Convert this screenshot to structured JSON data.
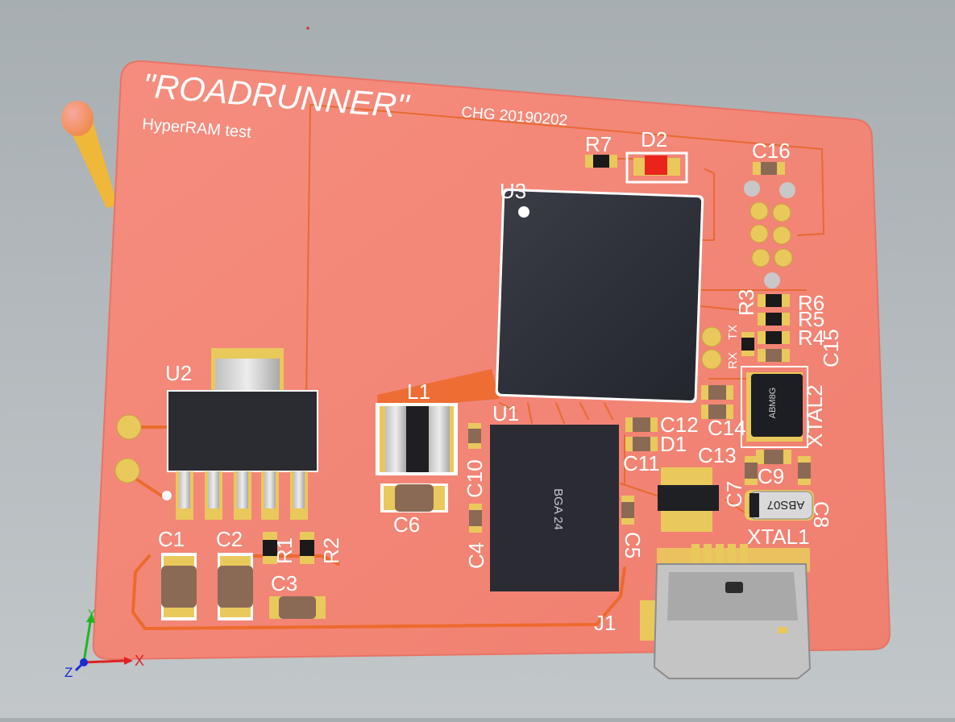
{
  "board": {
    "title": "\"ROADRUNNER\"",
    "subtitle": "HyperRAM test",
    "revision": "CHG 20190202"
  },
  "components": {
    "u1": "U1",
    "u1_package": "BGA 24",
    "u2": "U2",
    "u3": "U3",
    "l1": "L1",
    "c1": "C1",
    "c2": "C2",
    "c3": "C3",
    "c4": "C4",
    "c5": "C5",
    "c6": "C6",
    "c7": "C7",
    "c8": "C8",
    "c9": "C9",
    "c10": "C10",
    "c11": "C11",
    "c12": "C12",
    "c13": "C13",
    "c14": "C14",
    "c15": "C15",
    "c16": "C16",
    "r1": "R1",
    "r2": "R2",
    "r3": "R3",
    "r4": "R4",
    "r5": "R5",
    "r6": "R6",
    "r7": "R7",
    "d1": "D1",
    "d2": "D2",
    "j1": "J1",
    "xtal1": "XTAL1",
    "xtal1_marking": "ABS07",
    "xtal2": "XTAL2",
    "xtal2_marking": "ABM8G",
    "rx_label": "RX",
    "tx_label": "TX"
  },
  "axes": {
    "x": "X",
    "y": "Y",
    "z": "Z"
  },
  "colors": {
    "board": "#f4897a",
    "trace": "#ec6a2c",
    "pad": "#e9c85c",
    "chip": "#2f3139",
    "silkscreen": "#ffffff",
    "led": "#e8241c"
  }
}
